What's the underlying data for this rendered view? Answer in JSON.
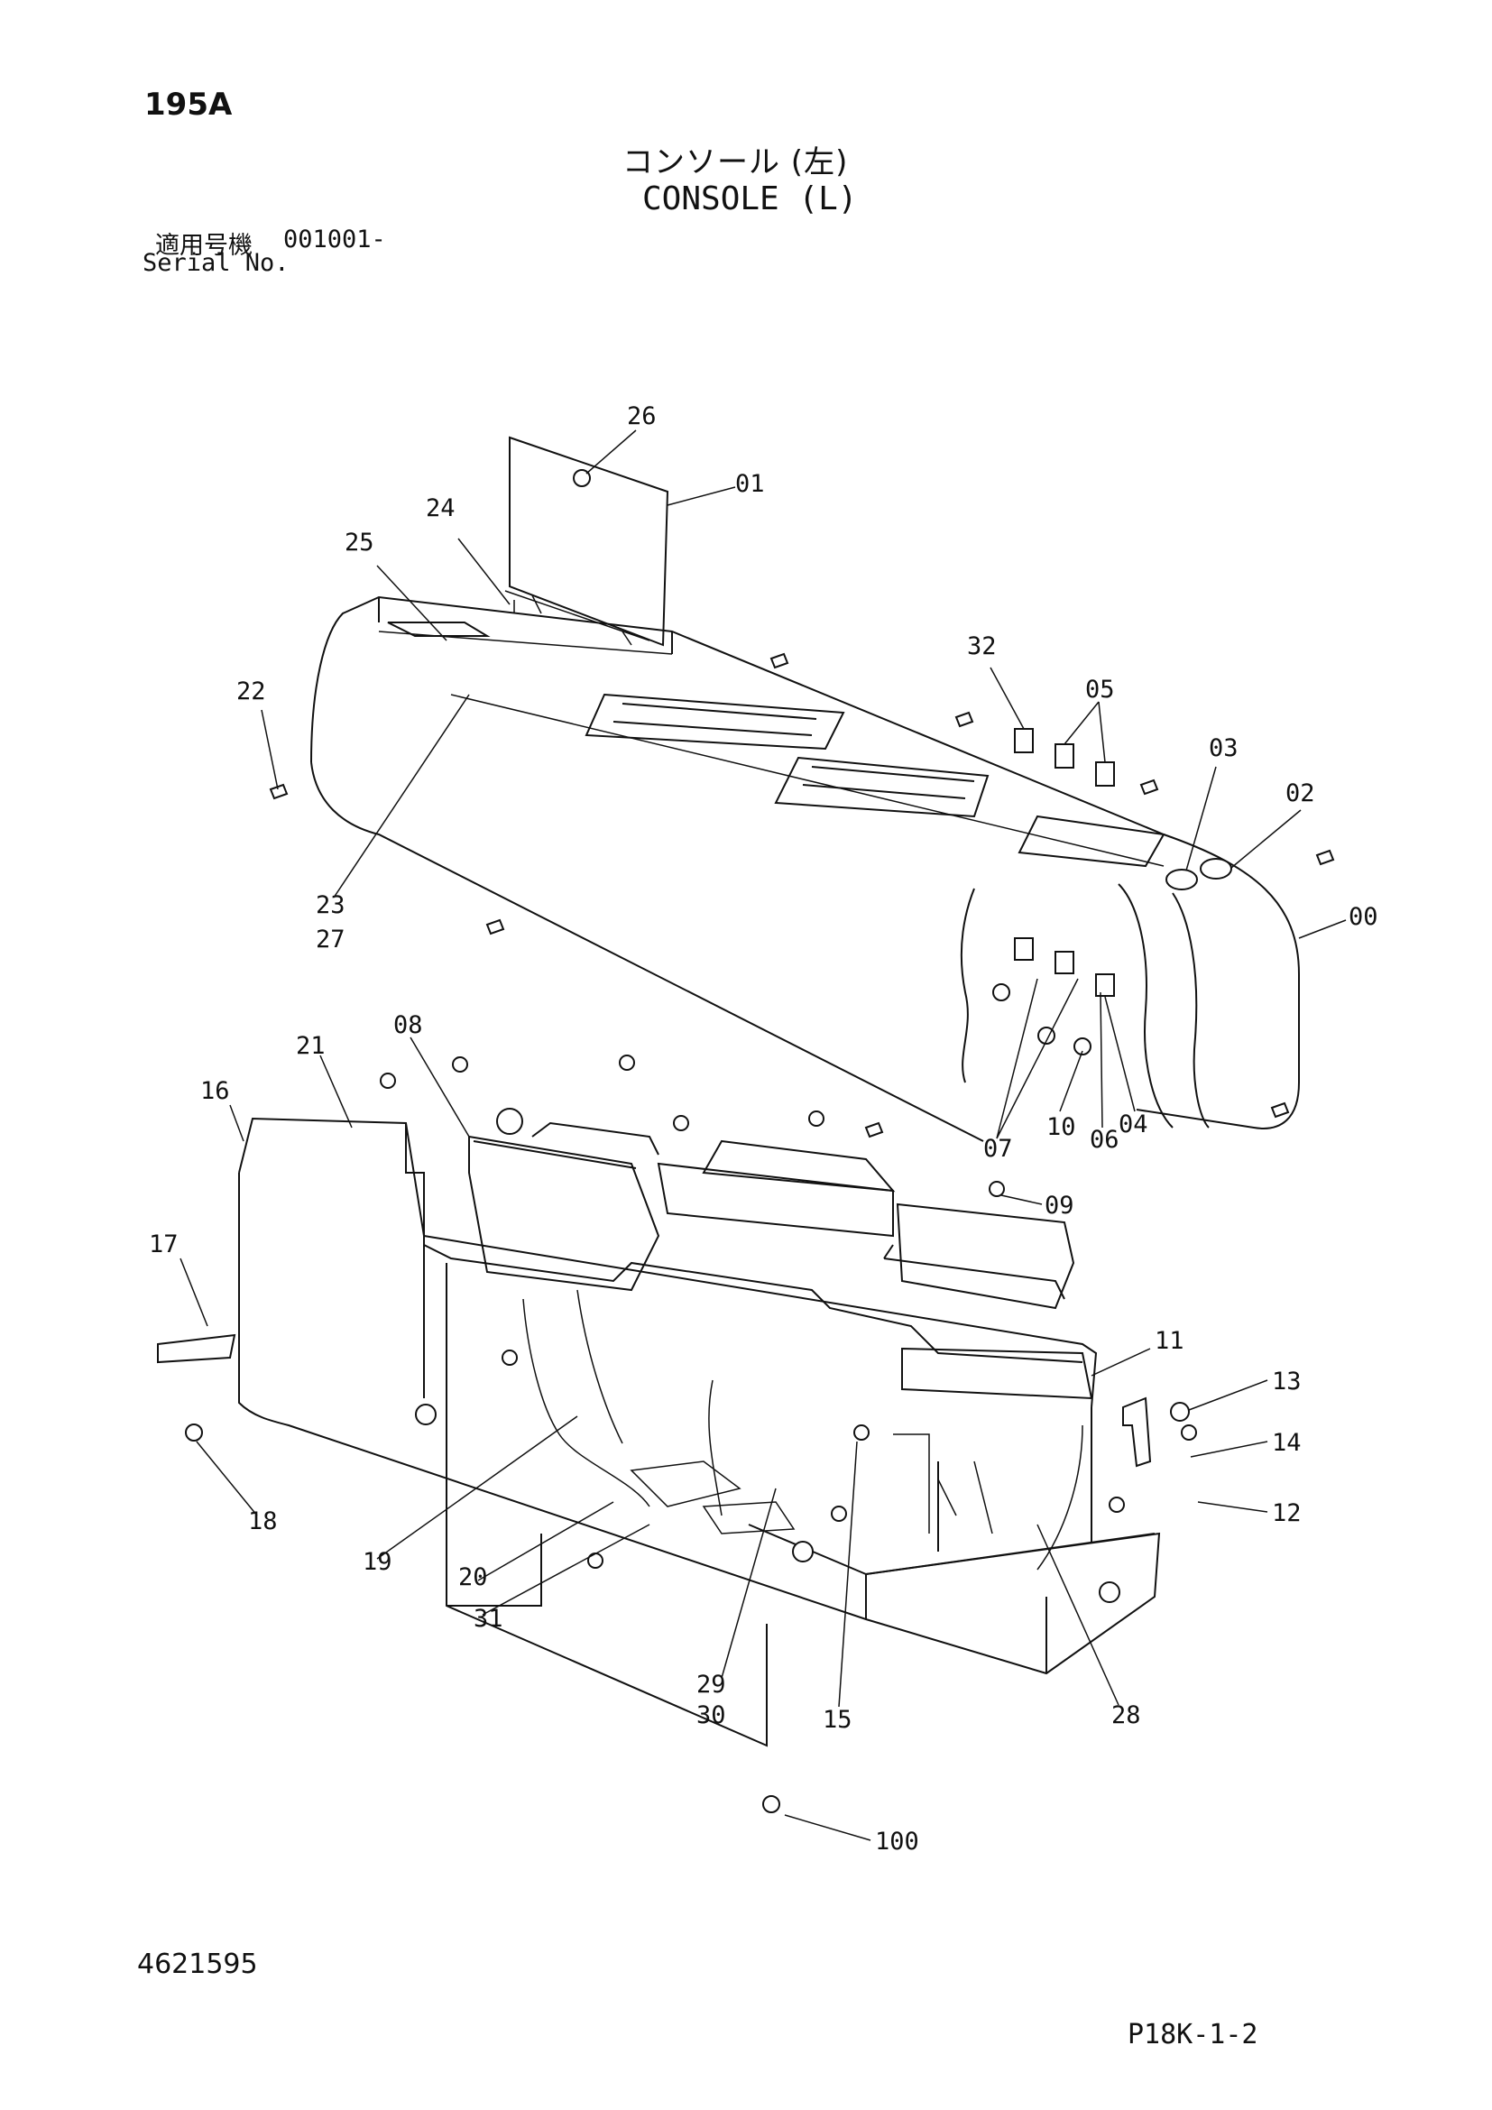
{
  "header": {
    "page_no": "195A",
    "title_jp": "コンソール (左)",
    "title_en": "CONSOLE (L)",
    "serial_label_jp": "適用号機",
    "serial_range": "001001-",
    "serial_label_en": "Serial No."
  },
  "footer": {
    "doc_no": "4621595",
    "sheet_ref": "P18K-1-2"
  },
  "callouts": [
    "26",
    "01",
    "24",
    "25",
    "22",
    "32",
    "05",
    "03",
    "02",
    "00",
    "23",
    "27",
    "08",
    "21",
    "16",
    "07",
    "10",
    "06",
    "04",
    "17",
    "09",
    "11",
    "13",
    "14",
    "18",
    "19",
    "20",
    "31",
    "12",
    "29",
    "30",
    "15",
    "28",
    "100"
  ]
}
